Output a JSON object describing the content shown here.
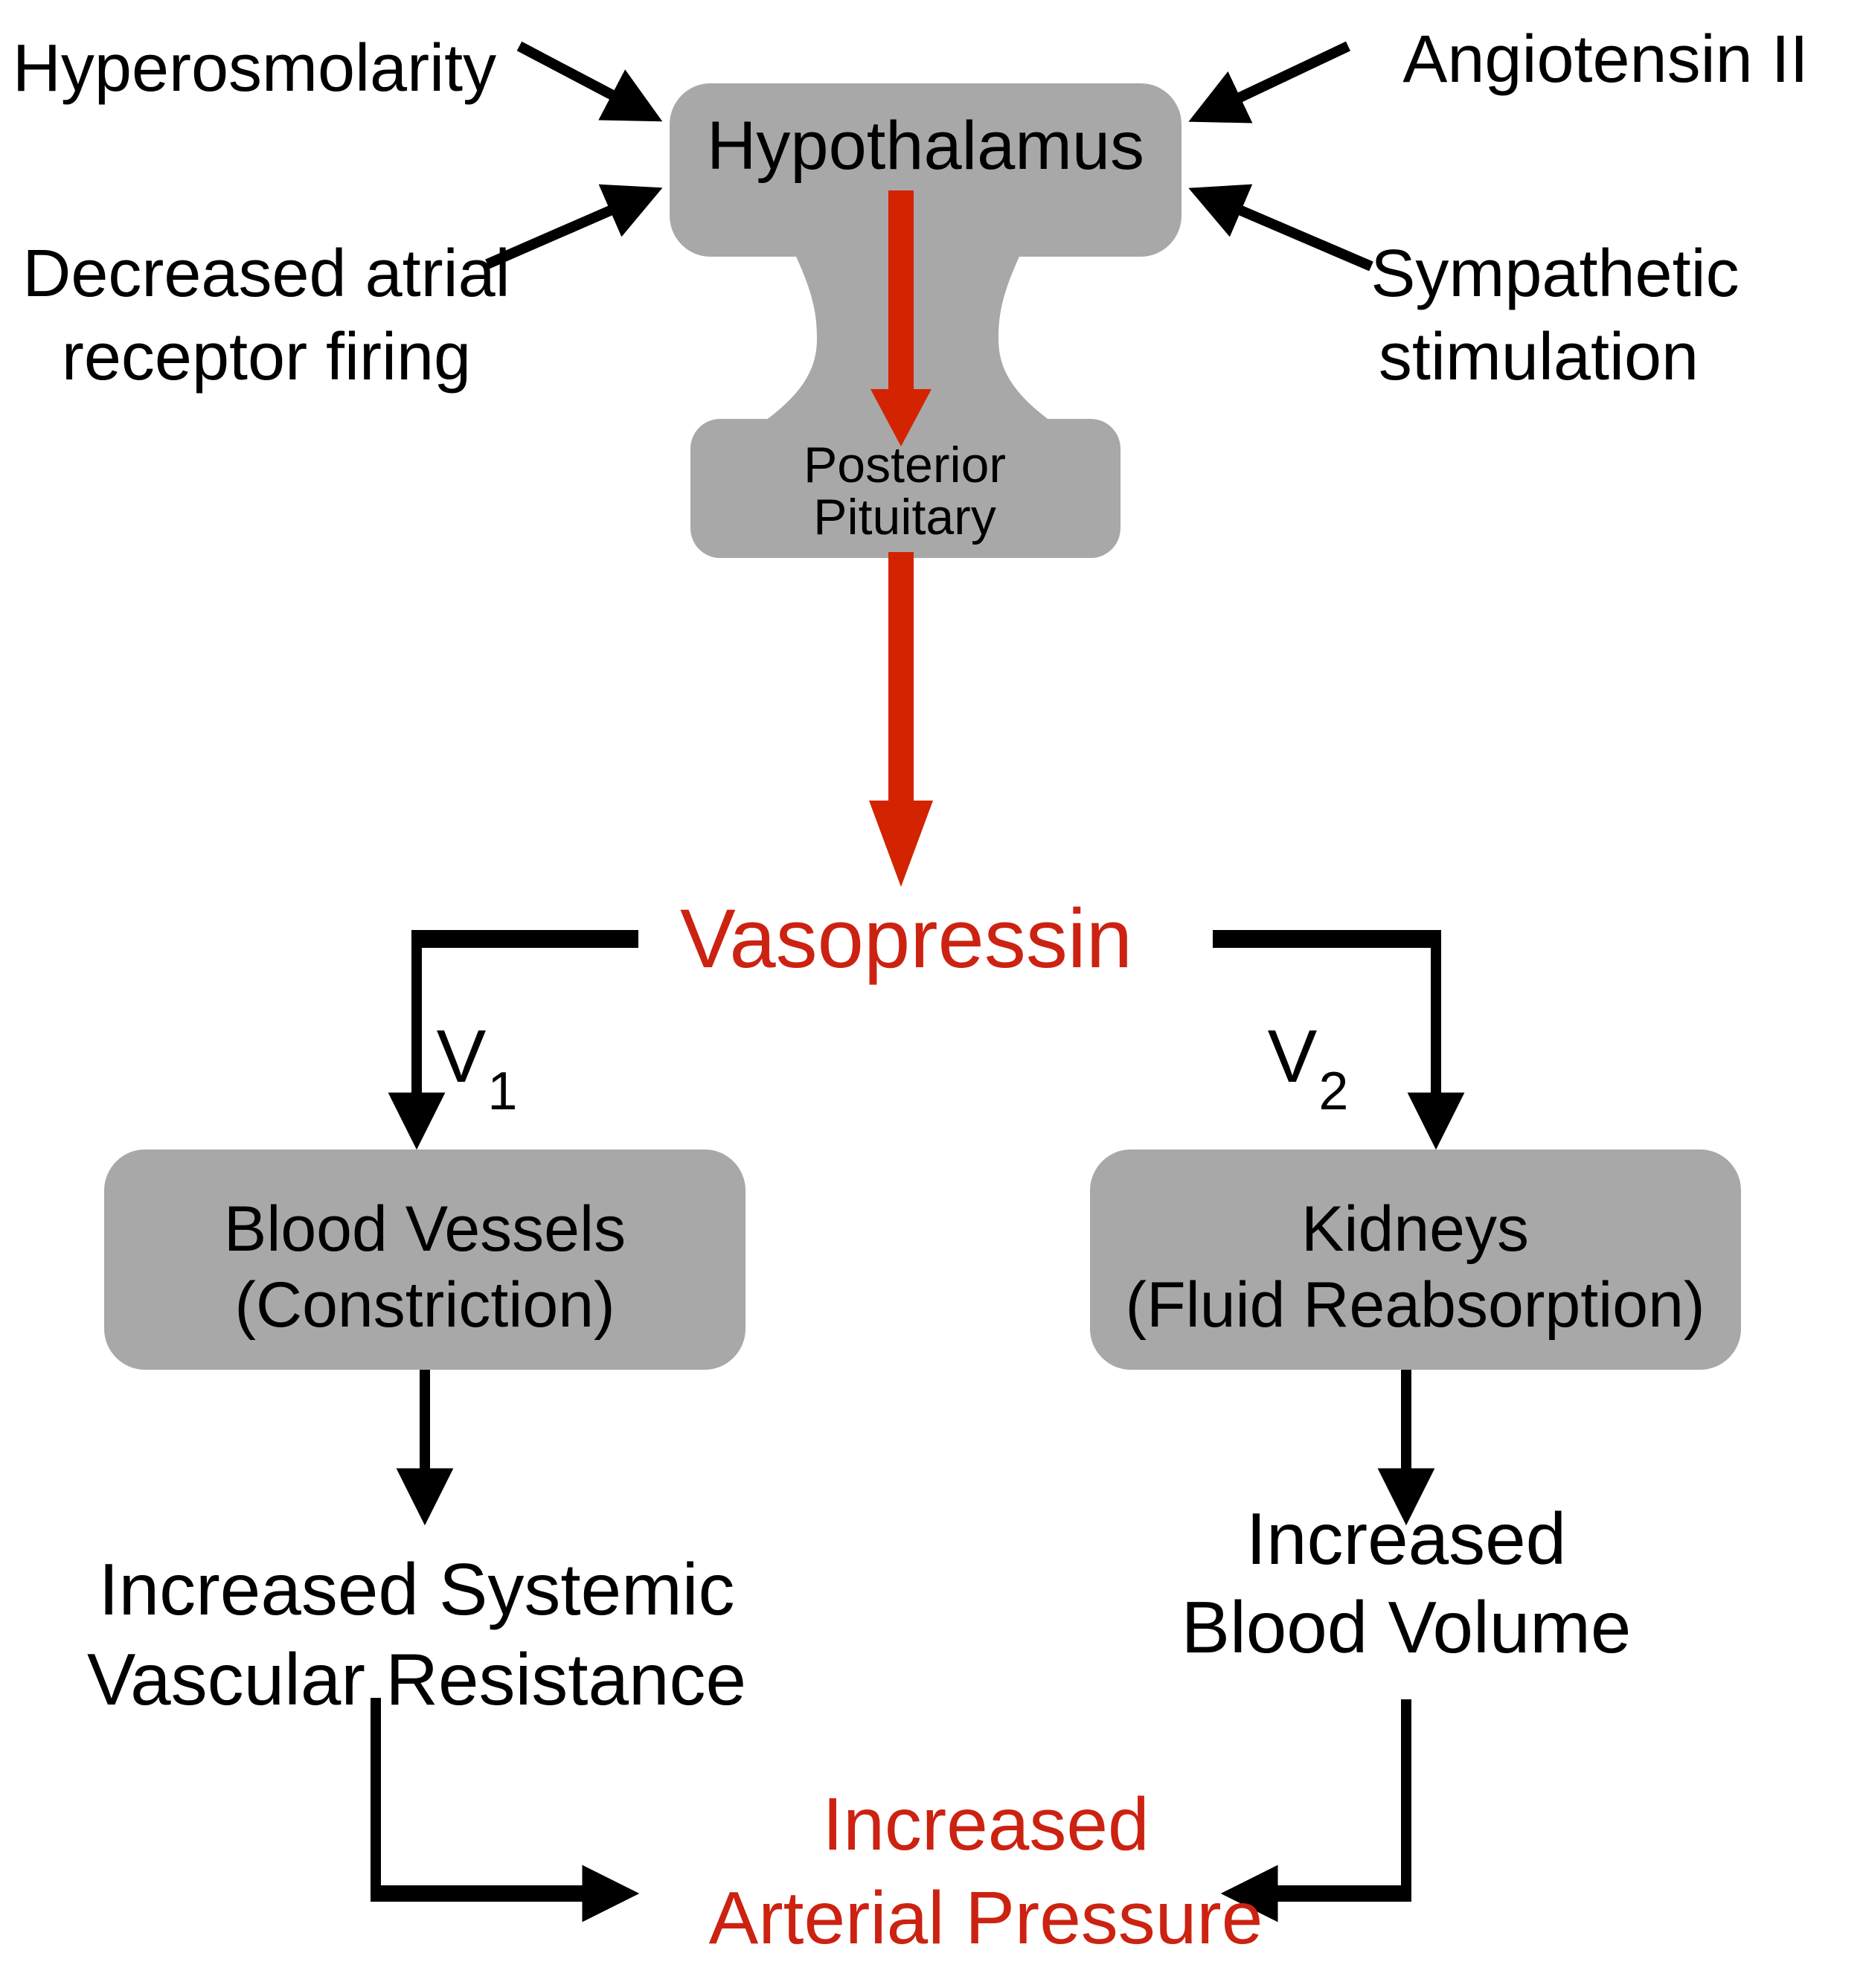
{
  "diagram": {
    "stimuli": {
      "hyperosmolarity": "Hyperosmolarity",
      "angiotensin": "Angiotensin II",
      "atrial_line1": "Decreased atrial",
      "atrial_line2": "receptor firing",
      "sympathetic_line1": "Sympathetic",
      "sympathetic_line2": "stimulation"
    },
    "nodes": {
      "hypothalamus": "Hypothalamus",
      "posterior_pituitary_line1": "Posterior",
      "posterior_pituitary_line2": "Pituitary",
      "vasopressin": "Vasopressin",
      "blood_vessels_line1": "Blood Vessels",
      "blood_vessels_line2": "(Constriction)",
      "kidneys_line1": "Kidneys",
      "kidneys_line2": "(Fluid Reabsorption)"
    },
    "receptors": {
      "v1_base": "V",
      "v1_sub": "1",
      "v2_base": "V",
      "v2_sub": "2"
    },
    "outcomes": {
      "svr_line1": "Increased Systemic",
      "svr_line2": "Vascular Resistance",
      "volume_line1": "Increased",
      "volume_line2": "Blood Volume",
      "pressure_line1": "Increased",
      "pressure_line2": "Arterial Pressure"
    },
    "colors": {
      "node_fill": "#a8a8a8",
      "hormone_red": "#d32300",
      "text_red": "#cc2211",
      "black": "#000000"
    }
  }
}
